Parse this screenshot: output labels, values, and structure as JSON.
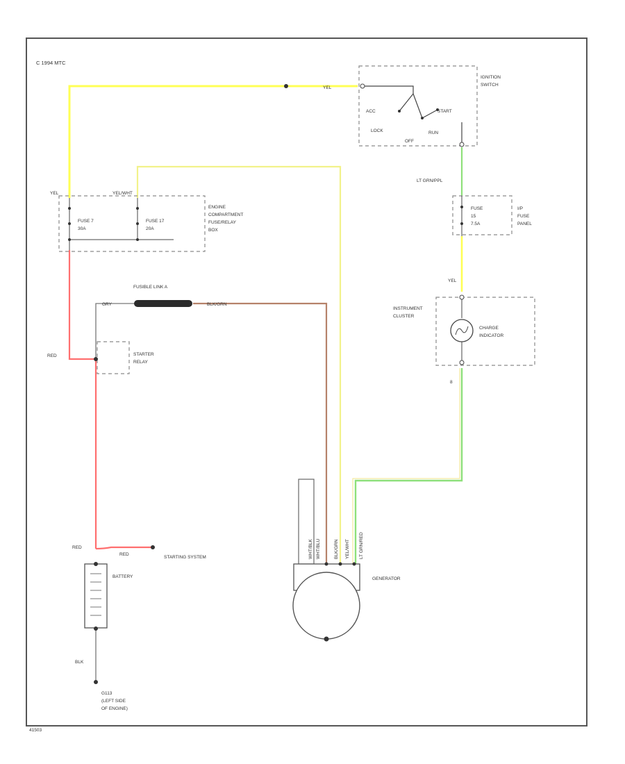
{
  "copyright": "C 1994 MTC",
  "figure_id": "41503",
  "colors": {
    "yellow": "#ffff55",
    "light_yellow": "#f2f28a",
    "red": "#ff6f6f",
    "brown": "#b5826a",
    "green": "#8ee07a",
    "gray": "#777777",
    "border": "#555555"
  },
  "ignition_switch": {
    "title_line1": "IGNITION",
    "title_line2": "SWITCH",
    "acc": "ACC",
    "lock": "LOCK",
    "off": "OFF",
    "start": "START",
    "run": "RUN"
  },
  "engine_box": {
    "title_line1": "ENGINE",
    "title_line2": "COMPARTMENT",
    "title_line3": "FUSE/RELAY",
    "title_line4": "BOX",
    "fuse7_line1": "FUSE 7",
    "fuse7_line2": "30A",
    "fuse17_line1": "FUSE 17",
    "fuse17_line2": "20A"
  },
  "ip_fuse": {
    "title_line1": "I/P",
    "title_line2": "FUSE",
    "title_line3": "PANEL",
    "fuse_line1": "FUSE",
    "fuse_line2": "15",
    "fuse_line3": "7.5A"
  },
  "instrument_cluster": {
    "title_line1": "INSTRUMENT",
    "title_line2": "CLUSTER",
    "indicator_line1": "CHARGE",
    "indicator_line2": "INDICATOR",
    "pin": "8"
  },
  "starter_relay": {
    "line1": "STARTER",
    "line2": "RELAY"
  },
  "fusible_link": {
    "label": "FUSIBLE LINK A"
  },
  "battery": {
    "label": "BATTERY"
  },
  "starting_system": {
    "label": "STARTING SYSTEM"
  },
  "generator": {
    "label": "GENERATOR"
  },
  "ground": {
    "line1": "G113",
    "line2": "(LEFT SIDE",
    "line3": "OF ENGINE)"
  },
  "wire_labels": {
    "yel_top": "YEL",
    "yel_fuse": "YEL",
    "yel_wht": "YEL/WHT",
    "lt_grn_ppl": "LT GRN/PPL",
    "yel_cluster": "YEL",
    "red_left": "RED",
    "gry": "GRY",
    "blk_grn": "BLK/GRN",
    "red_battery": "RED",
    "red_starting": "RED",
    "blk": "BLK",
    "gen_wht_blk": "WHT/BLK",
    "gen_wht_blu": "WHT/BLU",
    "gen_blk_grn": "BLK/GRN",
    "gen_yel_wht": "YEL/WHT",
    "gen_lt_grn_red": "LT GRN/RED"
  }
}
